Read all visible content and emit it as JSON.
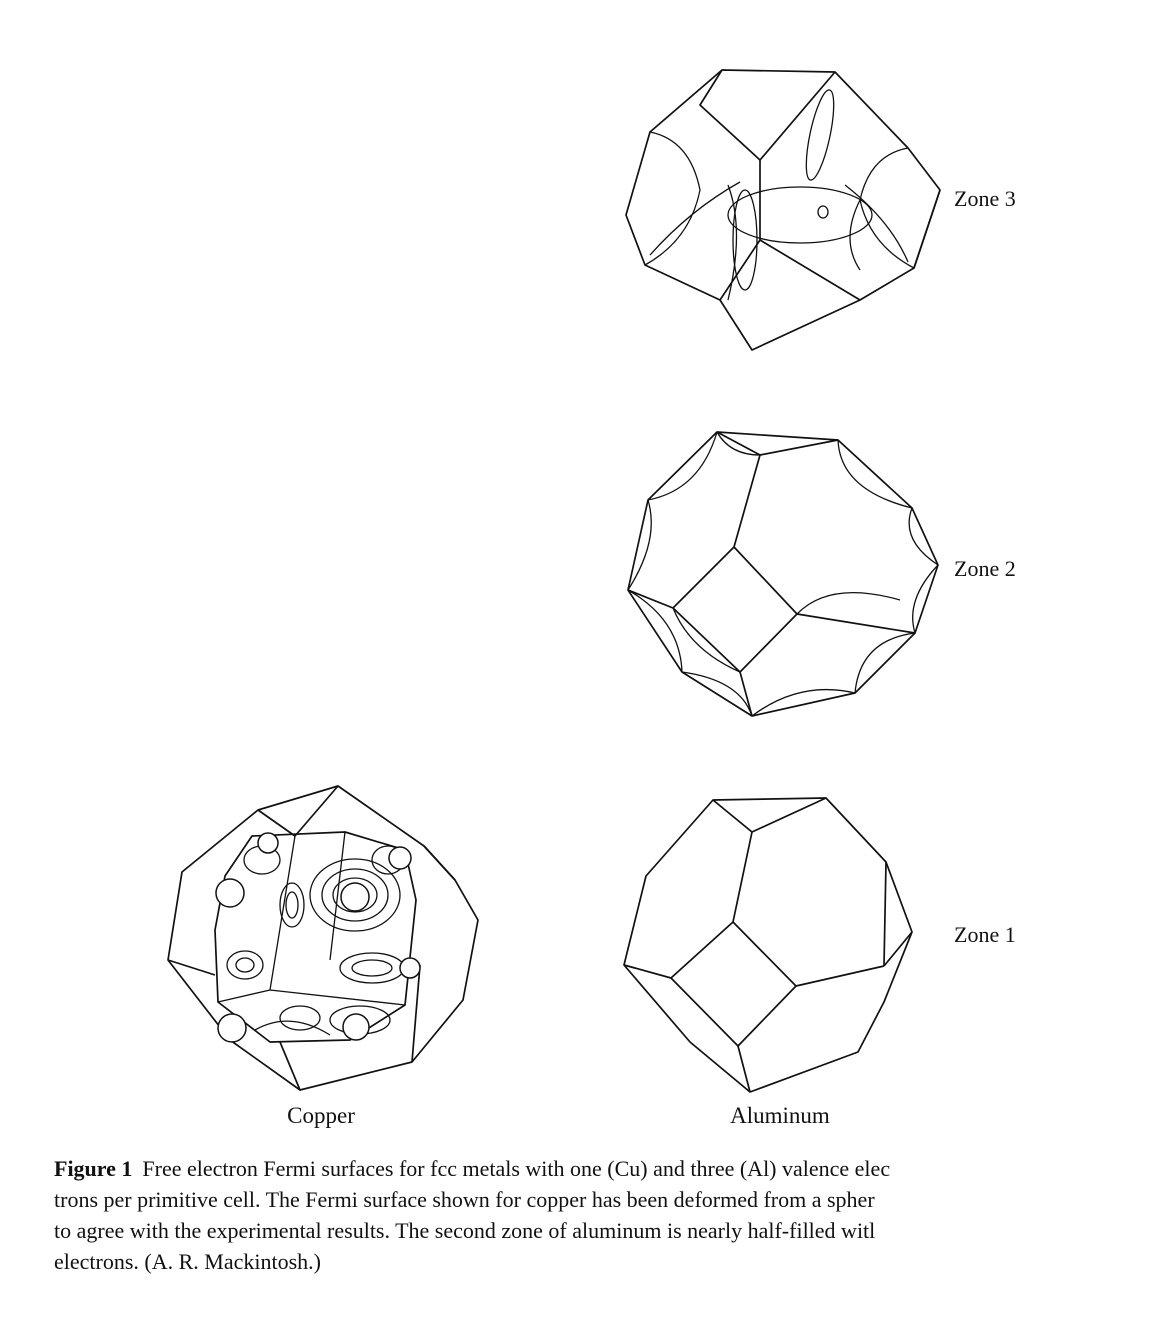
{
  "labels": {
    "zone3": "Zone 3",
    "zone2": "Zone 2",
    "zone1": "Zone 1",
    "copper": "Copper",
    "aluminum": "Aluminum"
  },
  "caption": {
    "figure_label": "Figure 1",
    "line1": "Free electron Fermi surfaces for fcc metals with one (Cu) and three (Al) valence elec",
    "line2": "trons per primitive cell. The Fermi surface shown for copper has been deformed from a spher",
    "line3": "to agree with the experimental results. The second zone of aluminum is nearly half-filled witl",
    "line4": "electrons. (A. R. Mackintosh.)"
  },
  "colors": {
    "ink": "#111111",
    "background": "#ffffff"
  }
}
